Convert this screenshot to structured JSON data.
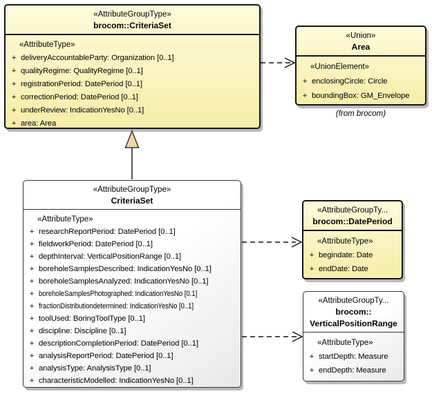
{
  "colors": {
    "yellow_top": "#fefbdb",
    "yellow_bottom": "#f6eda8",
    "white_top": "#ffffff",
    "white_bottom": "#e8e8e8",
    "border_dark": "#151515",
    "border_gray": "#333333",
    "shadow": "#b9b9b9",
    "triangle_fill": "#f2d6a4",
    "text": "#000000"
  },
  "caption": "(from brocom)",
  "boxes": [
    {
      "stereotype": "«AttributeGroupType»",
      "title": "brocom::CriteriaSet",
      "section": "«AttributeType»",
      "visibility": "+",
      "attributes": [
        {
          "text": "deliveryAccountableParty: Organization [0..1]",
          "condensed": false
        },
        {
          "text": "qualityRegime: QualityRegime [0..1]",
          "condensed": false
        },
        {
          "text": "registrationPeriod: DatePeriod [0..1]",
          "condensed": false
        },
        {
          "text": "correctionPeriod: DatePeriod [0..1]",
          "condensed": false
        },
        {
          "text": "underReview: IndicationYesNo [0..1]",
          "condensed": false
        },
        {
          "text": "area: Area",
          "condensed": false
        }
      ]
    },
    {
      "stereotype": "«Union»",
      "title": "Area",
      "section": "«UnionElement»",
      "visibility": "+",
      "attributes": [
        {
          "text": "enclosingCircle: Circle",
          "condensed": false
        },
        {
          "text": "boundingBox: GM_Envelope",
          "condensed": false
        }
      ]
    },
    {
      "stereotype": "«AttributeGroupType»",
      "title": "CriteriaSet",
      "section": "«AttributeType»",
      "visibility": "+",
      "attributes": [
        {
          "text": "researchReportPeriod: DatePeriod [0..1]",
          "condensed": false
        },
        {
          "text": "fieldworkPeriod: DatePeriod [0..1]",
          "condensed": false
        },
        {
          "text": "depthInterval: VerticalPositionRange [0..1]",
          "condensed": false
        },
        {
          "text": "boreholeSamplesDescribed: IndicationYesNo [0..1]",
          "condensed": false
        },
        {
          "text": "boreholeSamplesAnalyzed: IndicationYesNo [0..1]",
          "condensed": false
        },
        {
          "text": "boreholeSamplesPhotographed: IndicationYesNo [0.1]",
          "condensed": true
        },
        {
          "text": "fractionDistributiondetermined: IndicationYesNo [0..1]",
          "condensed": true
        },
        {
          "text": "toolUsed: BoringToolType [0..1]",
          "condensed": false
        },
        {
          "text": "discipline: Discipline [0..1]",
          "condensed": false
        },
        {
          "text": "descriptionCompletionPeriod: DatePeriod [0..1]",
          "condensed": false
        },
        {
          "text": "analysisReportPeriod: DatePeriod [0..1]",
          "condensed": false
        },
        {
          "text": "analysisType: AnalysisType [0..1]",
          "condensed": false
        },
        {
          "text": "characteristicModelled: IndicationYesNo [0..1]",
          "condensed": false
        }
      ]
    },
    {
      "stereotype": "«AttributeGroupTy...",
      "title": "brocom::DatePeriod",
      "section": "«AttributeType»",
      "visibility": "+",
      "attributes": [
        {
          "text": "begindate: Date",
          "condensed": false
        },
        {
          "text": "endDate: Date",
          "condensed": false
        }
      ]
    },
    {
      "stereotype": "«AttributeGroupTy...",
      "title_lines": [
        "brocom::",
        "VerticalPositionRange"
      ],
      "section": "«AttributeType»",
      "visibility": "+",
      "attributes": [
        {
          "text": "startDepth: Measure",
          "condensed": false
        },
        {
          "text": "endDepth: Measure",
          "condensed": false
        }
      ]
    }
  ],
  "connectors": [
    {
      "type": "dependency",
      "style": "dashed-open-arrow",
      "from": "brocom::CriteriaSet",
      "to": "Area"
    },
    {
      "type": "generalization",
      "style": "solid-triangle",
      "from": "CriteriaSet",
      "to": "brocom::CriteriaSet"
    },
    {
      "type": "dependency",
      "style": "dashed-open-arrow",
      "from": "CriteriaSet",
      "to": "brocom::DatePeriod"
    },
    {
      "type": "dependency",
      "style": "dashed-open-arrow",
      "from": "CriteriaSet",
      "to": "brocom::VerticalPositionRange"
    }
  ]
}
